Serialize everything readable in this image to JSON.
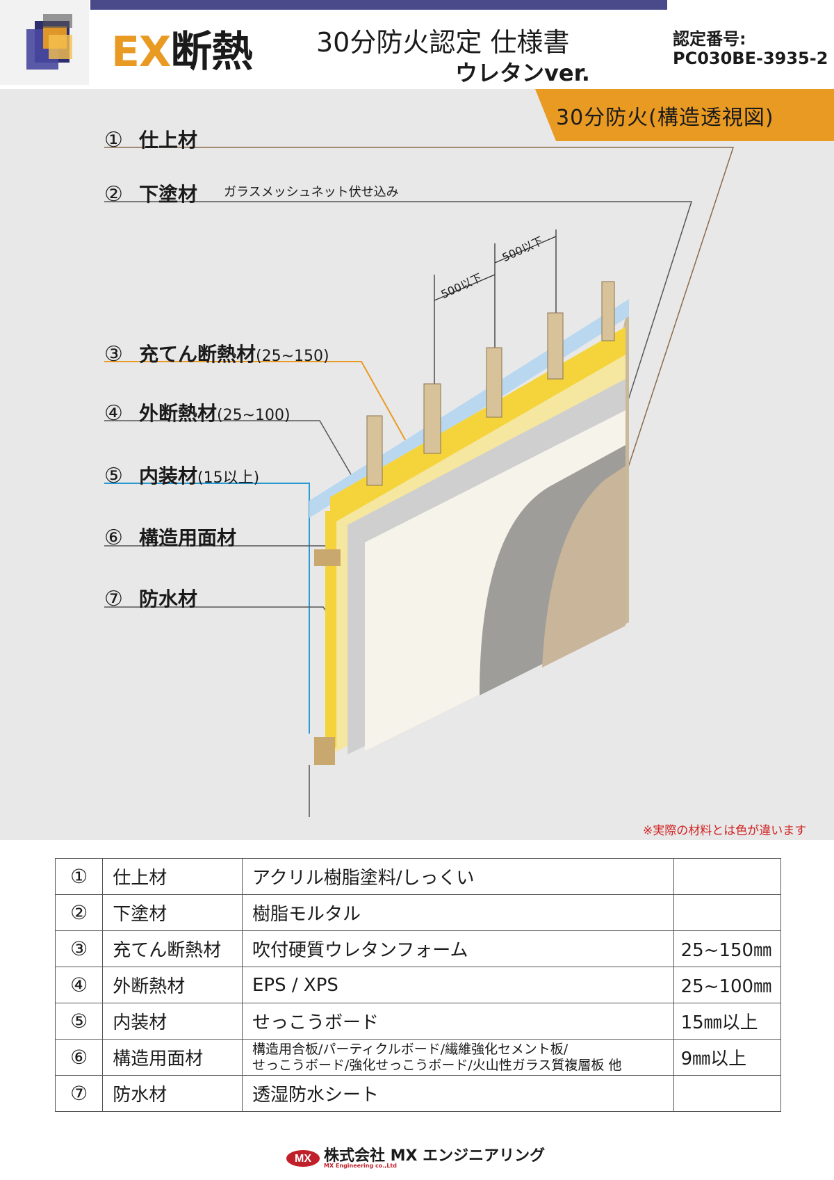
{
  "header": {
    "brand_ex": "EX",
    "brand_rest": "断熱",
    "title": "30分防火認定 仕様書",
    "subtitle": "ウレタンver.",
    "cert_label": "認定番号:",
    "cert_number": "PC030BE-3935-2",
    "accent_color": "#e99a23",
    "bar_color": "#4a4a8a"
  },
  "diagram": {
    "tag": "30分防火(構造透視図)",
    "callouts": [
      {
        "num": "①",
        "label": "仕上材",
        "range": ""
      },
      {
        "num": "②",
        "label": "下塗材",
        "range": ""
      },
      {
        "num": "③",
        "label": "充てん断熱材",
        "range": "(25~150)"
      },
      {
        "num": "④",
        "label": "外断熱材",
        "range": "(25~100)"
      },
      {
        "num": "⑤",
        "label": "内装材",
        "range": "(15以上)"
      },
      {
        "num": "⑥",
        "label": "構造用面材",
        "range": ""
      },
      {
        "num": "⑦",
        "label": "防水材",
        "range": ""
      }
    ],
    "note_2": "ガラスメッシュネット伏せ込み",
    "dimension_1": "500以下",
    "dimension_2": "500以下",
    "disclaimer": "※実際の材料とは色が違います"
  },
  "table": {
    "rows": [
      {
        "num": "①",
        "part": "仕上材",
        "material": "アクリル樹脂塗料/しっくい",
        "material_2": "",
        "spec": ""
      },
      {
        "num": "②",
        "part": "下塗材",
        "material": "樹脂モルタル",
        "material_2": "",
        "spec": ""
      },
      {
        "num": "③",
        "part": "充てん断熱材",
        "material": "吹付硬質ウレタンフォーム",
        "material_2": "",
        "spec": "25~150㎜"
      },
      {
        "num": "④",
        "part": "外断熱材",
        "material": "EPS / XPS",
        "material_2": "",
        "spec": "25~100㎜"
      },
      {
        "num": "⑤",
        "part": "内装材",
        "material": "せっこうボード",
        "material_2": "",
        "spec": "15㎜以上"
      },
      {
        "num": "⑥",
        "part": "構造用面材",
        "material": "構造用合板/パーティクルボード/繊維強化セメント板/",
        "material_2": "せっこうボード/強化せっこうボード/火山性ガラス質複層板 他",
        "spec": "9㎜以上"
      },
      {
        "num": "⑦",
        "part": "防水材",
        "material": "透湿防水シート",
        "material_2": "",
        "spec": ""
      }
    ]
  },
  "footer": {
    "company": "株式会社 MX エンジニアリング",
    "company_en": "MX Engineering co.,Ltd"
  }
}
